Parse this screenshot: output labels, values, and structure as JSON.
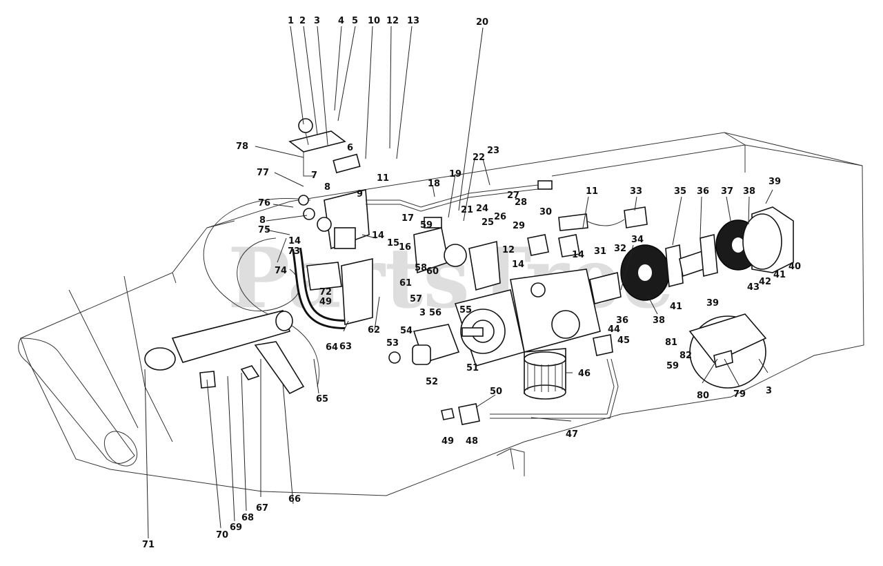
{
  "watermark": {
    "text": "PartsTree",
    "tm": "™"
  },
  "callouts": [
    {
      "id": "c-1",
      "text": "1"
    },
    {
      "id": "c-2",
      "text": "2"
    },
    {
      "id": "c-3a",
      "text": "3"
    },
    {
      "id": "c-4",
      "text": "4"
    },
    {
      "id": "c-5",
      "text": "5"
    },
    {
      "id": "c-10",
      "text": "10"
    },
    {
      "id": "c-12a",
      "text": "12"
    },
    {
      "id": "c-13",
      "text": "13"
    },
    {
      "id": "c-20",
      "text": "20"
    },
    {
      "id": "c-78",
      "text": "78"
    },
    {
      "id": "c-6",
      "text": "6"
    },
    {
      "id": "c-77",
      "text": "77"
    },
    {
      "id": "c-7",
      "text": "7"
    },
    {
      "id": "c-8a",
      "text": "8"
    },
    {
      "id": "c-9",
      "text": "9"
    },
    {
      "id": "c-11a",
      "text": "11"
    },
    {
      "id": "c-76",
      "text": "76"
    },
    {
      "id": "c-8b",
      "text": "8"
    },
    {
      "id": "c-75",
      "text": "75"
    },
    {
      "id": "c-14a",
      "text": "14"
    },
    {
      "id": "c-73",
      "text": "73"
    },
    {
      "id": "c-14b",
      "text": "14"
    },
    {
      "id": "c-74",
      "text": "74"
    },
    {
      "id": "c-18",
      "text": "18"
    },
    {
      "id": "c-19",
      "text": "19"
    },
    {
      "id": "c-22",
      "text": "22"
    },
    {
      "id": "c-23",
      "text": "23"
    },
    {
      "id": "c-17",
      "text": "17"
    },
    {
      "id": "c-21",
      "text": "21"
    },
    {
      "id": "c-24",
      "text": "24"
    },
    {
      "id": "c-27",
      "text": "27"
    },
    {
      "id": "c-26",
      "text": "26"
    },
    {
      "id": "c-28",
      "text": "28"
    },
    {
      "id": "c-25",
      "text": "25"
    },
    {
      "id": "c-59a",
      "text": "59"
    },
    {
      "id": "c-15",
      "text": "15"
    },
    {
      "id": "c-16",
      "text": "16"
    },
    {
      "id": "c-29",
      "text": "29"
    },
    {
      "id": "c-12b",
      "text": "12"
    },
    {
      "id": "c-60",
      "text": "60"
    },
    {
      "id": "c-58",
      "text": "58"
    },
    {
      "id": "c-61a",
      "text": "61"
    },
    {
      "id": "c-57",
      "text": "57"
    },
    {
      "id": "c-3b",
      "text": "3"
    },
    {
      "id": "c-56",
      "text": "56"
    },
    {
      "id": "c-55",
      "text": "55"
    },
    {
      "id": "c-72",
      "text": "72"
    },
    {
      "id": "c-49a",
      "text": "49"
    },
    {
      "id": "c-62",
      "text": "62"
    },
    {
      "id": "c-63",
      "text": "63"
    },
    {
      "id": "c-64",
      "text": "64"
    },
    {
      "id": "c-65",
      "text": "65"
    },
    {
      "id": "c-53",
      "text": "53"
    },
    {
      "id": "c-54",
      "text": "54"
    },
    {
      "id": "c-52",
      "text": "52"
    },
    {
      "id": "c-51",
      "text": "51"
    },
    {
      "id": "c-30",
      "text": "30"
    },
    {
      "id": "c-11b",
      "text": "11"
    },
    {
      "id": "c-14c",
      "text": "14"
    },
    {
      "id": "c-14d",
      "text": "14"
    },
    {
      "id": "c-33",
      "text": "33"
    },
    {
      "id": "c-31",
      "text": "31"
    },
    {
      "id": "c-32",
      "text": "32"
    },
    {
      "id": "c-34",
      "text": "34"
    },
    {
      "id": "c-35",
      "text": "35"
    },
    {
      "id": "c-36a",
      "text": "36"
    },
    {
      "id": "c-37",
      "text": "37"
    },
    {
      "id": "c-38a",
      "text": "38"
    },
    {
      "id": "c-39a",
      "text": "39"
    },
    {
      "id": "c-40",
      "text": "40"
    },
    {
      "id": "c-41a",
      "text": "41"
    },
    {
      "id": "c-42",
      "text": "42"
    },
    {
      "id": "c-43",
      "text": "43"
    },
    {
      "id": "c-41b",
      "text": "41"
    },
    {
      "id": "c-39b",
      "text": "39"
    },
    {
      "id": "c-38b",
      "text": "38"
    },
    {
      "id": "c-36b",
      "text": "36"
    },
    {
      "id": "c-44",
      "text": "44"
    },
    {
      "id": "c-45",
      "text": "45"
    },
    {
      "id": "c-46",
      "text": "46"
    },
    {
      "id": "c-81",
      "text": "81"
    },
    {
      "id": "c-82",
      "text": "82"
    },
    {
      "id": "c-59b",
      "text": "59"
    },
    {
      "id": "c-80",
      "text": "80"
    },
    {
      "id": "c-79",
      "text": "79"
    },
    {
      "id": "c-3c",
      "text": "3"
    },
    {
      "id": "c-50",
      "text": "50"
    },
    {
      "id": "c-47",
      "text": "47"
    },
    {
      "id": "c-49b",
      "text": "49"
    },
    {
      "id": "c-48",
      "text": "48"
    },
    {
      "id": "c-71",
      "text": "71"
    },
    {
      "id": "c-70",
      "text": "70"
    },
    {
      "id": "c-69",
      "text": "69"
    },
    {
      "id": "c-68",
      "text": "68"
    },
    {
      "id": "c-67",
      "text": "67"
    },
    {
      "id": "c-66",
      "text": "66"
    }
  ]
}
